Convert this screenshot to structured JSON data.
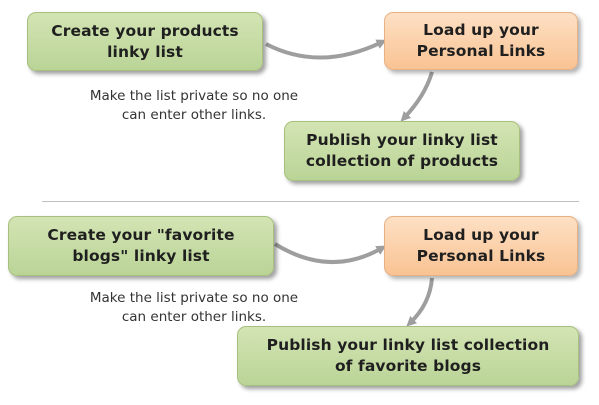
{
  "section_products": {
    "create_box": "Create your products linky list",
    "load_box": "Load up your Personal Links",
    "note": "Make the list private so no one can enter other links.",
    "publish_box": "Publish your linky list collection of products"
  },
  "section_blogs": {
    "create_box": "Create your \"favorite blogs\" linky list",
    "load_box": "Load up your Personal Links",
    "note": "Make the list private so no one can enter other links.",
    "publish_box": "Publish your linky list collection of favorite blogs"
  },
  "colors": {
    "green_box": "#c6dca5",
    "orange_box": "#fbd1ab",
    "arrow": "#9e9e9e",
    "divider": "#bfbfbf"
  }
}
